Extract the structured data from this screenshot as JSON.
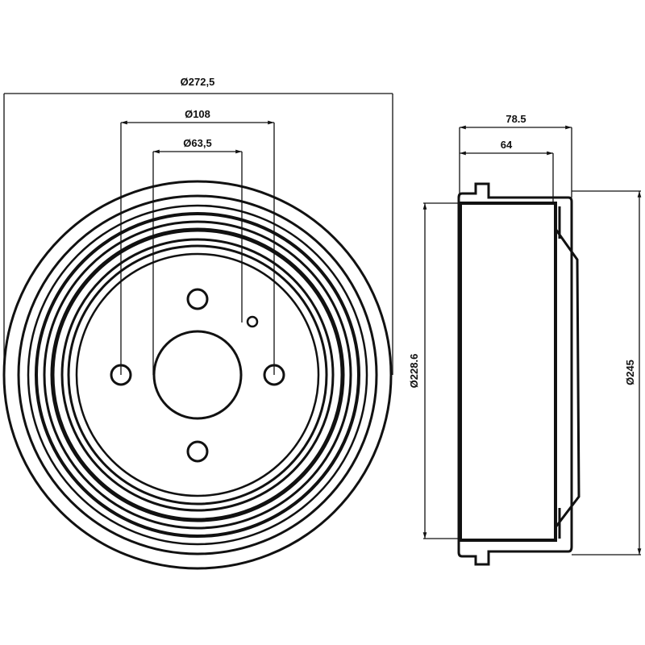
{
  "front_view": {
    "dim_outer": "Ø272,5",
    "dim_bolt_circle": "Ø108",
    "dim_center_bore": "Ø63,5"
  },
  "side_view": {
    "dim_total_width": "78.5",
    "dim_inner_depth": "64",
    "dim_friction_diameter": "Ø228.6",
    "dim_flange_diameter": "Ø245"
  },
  "colors": {
    "line": "#111111",
    "background": "#ffffff"
  }
}
